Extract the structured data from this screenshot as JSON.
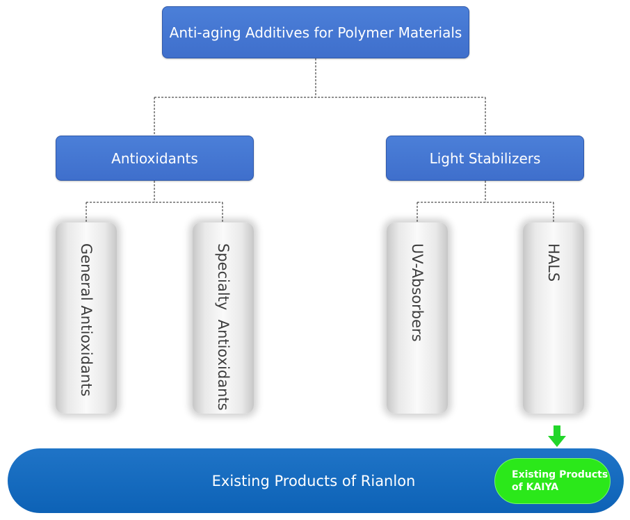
{
  "root": {
    "label": "Anti-aging Additives for Polymer Materials"
  },
  "categories": [
    {
      "label": "Antioxidants",
      "children": [
        "General Antioxidants",
        "Specialty  Antioxidants"
      ]
    },
    {
      "label": "Light Stabilizers",
      "children": [
        "UV-Absorbers",
        "HALS"
      ]
    }
  ],
  "bottom_bar": {
    "label": "Existing Products of Rianlon",
    "highlight": {
      "label": "Existing Products\nof KAIYA"
    }
  },
  "colors": {
    "box_blue": "#4472c4",
    "bar_blue": "#1268be",
    "highlight_green": "#2be81a",
    "arrow_green": "#22d62a"
  }
}
